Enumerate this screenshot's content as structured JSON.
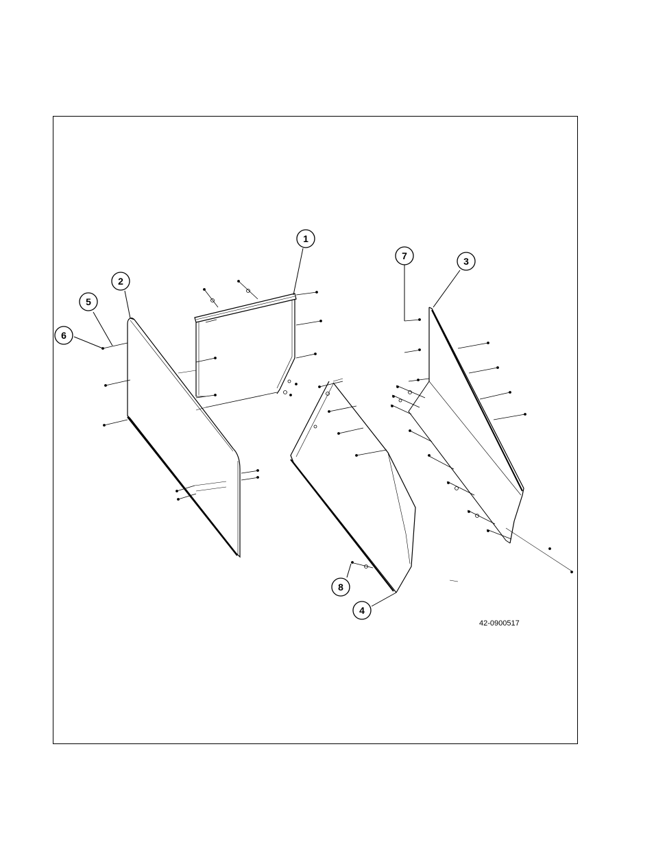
{
  "drawing": {
    "number": "42-0900517"
  },
  "callouts": [
    {
      "id": "1",
      "label": "1",
      "part": "back-panel"
    },
    {
      "id": "2",
      "label": "2",
      "part": "left-side-panel"
    },
    {
      "id": "3",
      "label": "3",
      "part": "right-side-panel"
    },
    {
      "id": "4",
      "label": "4",
      "part": "front-corner-panel"
    },
    {
      "id": "5",
      "label": "5",
      "part": "fastener"
    },
    {
      "id": "6",
      "label": "6",
      "part": "fastener"
    },
    {
      "id": "7",
      "label": "7",
      "part": "fastener"
    },
    {
      "id": "8",
      "label": "8",
      "part": "fastener"
    }
  ]
}
